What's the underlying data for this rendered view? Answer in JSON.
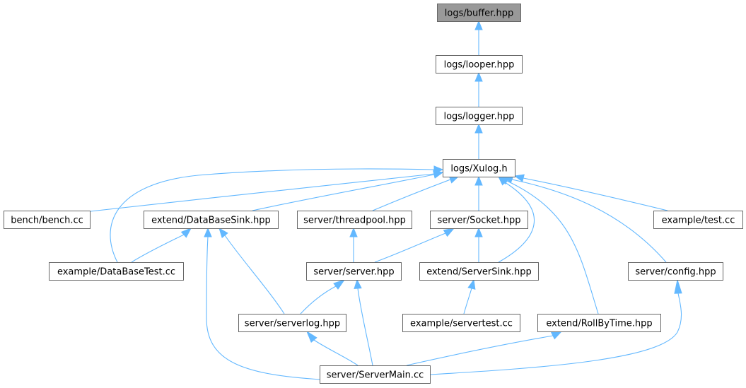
{
  "nodes": [
    {
      "id": "buffer",
      "label": "logs/buffer.hpp",
      "root": true
    },
    {
      "id": "looper",
      "label": "logs/looper.hpp"
    },
    {
      "id": "logger",
      "label": "logs/logger.hpp"
    },
    {
      "id": "xulog",
      "label": "logs/Xulog.h"
    },
    {
      "id": "bench",
      "label": "bench/bench.cc"
    },
    {
      "id": "dbsink",
      "label": "extend/DataBaseSink.hpp"
    },
    {
      "id": "threadpool",
      "label": "server/threadpool.hpp"
    },
    {
      "id": "socket",
      "label": "server/Socket.hpp"
    },
    {
      "id": "testcc",
      "label": "example/test.cc"
    },
    {
      "id": "dbtest",
      "label": "example/DataBaseTest.cc"
    },
    {
      "id": "serverhpp",
      "label": "server/server.hpp"
    },
    {
      "id": "serversink",
      "label": "extend/ServerSink.hpp"
    },
    {
      "id": "config",
      "label": "server/config.hpp"
    },
    {
      "id": "serverlog",
      "label": "server/serverlog.hpp"
    },
    {
      "id": "servertest",
      "label": "example/servertest.cc"
    },
    {
      "id": "rollbytime",
      "label": "extend/RollByTime.hpp"
    },
    {
      "id": "servermain",
      "label": "server/ServerMain.cc"
    }
  ],
  "edges": [
    {
      "from": "looper",
      "to": "buffer"
    },
    {
      "from": "logger",
      "to": "looper"
    },
    {
      "from": "xulog",
      "to": "logger"
    },
    {
      "from": "bench",
      "to": "xulog"
    },
    {
      "from": "dbsink",
      "to": "xulog"
    },
    {
      "from": "threadpool",
      "to": "xulog"
    },
    {
      "from": "socket",
      "to": "xulog"
    },
    {
      "from": "testcc",
      "to": "xulog"
    },
    {
      "from": "dbtest",
      "to": "xulog"
    },
    {
      "from": "serversink",
      "to": "xulog"
    },
    {
      "from": "rollbytime",
      "to": "xulog"
    },
    {
      "from": "config",
      "to": "xulog"
    },
    {
      "from": "dbtest",
      "to": "dbsink"
    },
    {
      "from": "serverlog",
      "to": "dbsink"
    },
    {
      "from": "servermain",
      "to": "dbsink"
    },
    {
      "from": "serverhpp",
      "to": "threadpool"
    },
    {
      "from": "serverhpp",
      "to": "socket"
    },
    {
      "from": "serversink",
      "to": "socket"
    },
    {
      "from": "serverlog",
      "to": "serverhpp"
    },
    {
      "from": "servermain",
      "to": "serverhpp"
    },
    {
      "from": "servertest",
      "to": "serversink"
    },
    {
      "from": "servermain",
      "to": "serverlog"
    },
    {
      "from": "servermain",
      "to": "rollbytime"
    },
    {
      "from": "servermain",
      "to": "config"
    }
  ],
  "colors": {
    "edge": "#63b8ff",
    "box_border": "#666666",
    "root_fill": "#999999",
    "box_fill": "#ffffff"
  }
}
